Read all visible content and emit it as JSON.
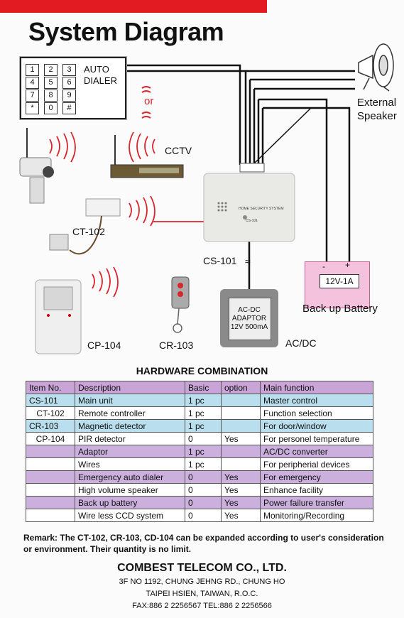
{
  "title": "System Diagram",
  "diagram": {
    "keypad_keys": [
      "1",
      "2",
      "3",
      "4",
      "5",
      "6",
      "7",
      "8",
      "9",
      "*",
      "0",
      "#"
    ],
    "auto_dialer": [
      "AUTO",
      "DIALER"
    ],
    "or_label": "or",
    "external_speaker": [
      "External",
      "Speaker"
    ],
    "cctv_label": "CCTV",
    "ct102_label": "CT-102",
    "cs101_label": "CS-101",
    "cs101_sign": "≈",
    "cp104_label": "CP-104",
    "cr103_label": "CR-103",
    "acdc_label": "AC/DC",
    "adaptor_text": [
      "AC-DC",
      "ADAPTOR",
      "12V 500mA"
    ],
    "battery_minus": "-",
    "battery_plus": "+",
    "battery_text": "12V-1A",
    "backup_battery_label": "Back up Battery",
    "unit_label": "HOME SECURITY SYSTEM",
    "unit_model": "CS-101"
  },
  "table": {
    "title": "HARDWARE COMBINATION",
    "headers": [
      "Item No.",
      "Description",
      "Basic",
      "option",
      "Main function"
    ],
    "rows": [
      {
        "style": "blue",
        "cells": [
          "CS-101",
          "Main unit",
          "1 pc",
          "",
          "Master control"
        ]
      },
      {
        "style": "white",
        "cells": [
          "CT-102",
          "Remote controller",
          "1 pc",
          "",
          "Function selection"
        ]
      },
      {
        "style": "blue",
        "cells": [
          "CR-103",
          "Magnetic detector",
          "1 pc",
          "",
          "For door/window"
        ]
      },
      {
        "style": "white",
        "cells": [
          "CP-104",
          "PIR detector",
          "0",
          "Yes",
          "For personel temperature"
        ]
      },
      {
        "style": "purple",
        "cells": [
          "",
          "Adaptor",
          "1 pc",
          "",
          "AC/DC converter"
        ]
      },
      {
        "style": "white",
        "cells": [
          "",
          "Wires",
          "1 pc",
          "",
          "For peripherial devices"
        ]
      },
      {
        "style": "purple",
        "cells": [
          "",
          "Emergency auto dialer",
          "0",
          "Yes",
          "For emergency"
        ]
      },
      {
        "style": "white",
        "cells": [
          "",
          "High volume speaker",
          "0",
          "Yes",
          "Enhance facility"
        ]
      },
      {
        "style": "purple",
        "cells": [
          "",
          "Back up battery",
          "0",
          "Yes",
          "Power failure transfer"
        ]
      },
      {
        "style": "white",
        "cells": [
          "",
          "Wire less CCD system",
          "0",
          "Yes",
          "Monitoring/Recording"
        ]
      }
    ]
  },
  "remark": "Remark: The CT-102, CR-103, CD-104 can be expanded according to user's consideration or environment.  Their quantity is no limit.",
  "company": {
    "name": "COMBEST TELECOM CO., LTD.",
    "address1": "3F NO 1192, CHUNG JEHNG RD., CHUNG HO",
    "address2": "TAIPEI HSIEN, TAIWAN, R.O.C.",
    "contact": "FAX:886 2 2256567  TEL:886 2 2256566"
  },
  "colors": {
    "accent_red": "#e21b23",
    "header_purple": "#c9a4d6",
    "row_purple": "#cbb0de",
    "row_blue": "#b9dfee",
    "battery_pink": "#f4c2dc",
    "signal_red": "#d9262c"
  }
}
